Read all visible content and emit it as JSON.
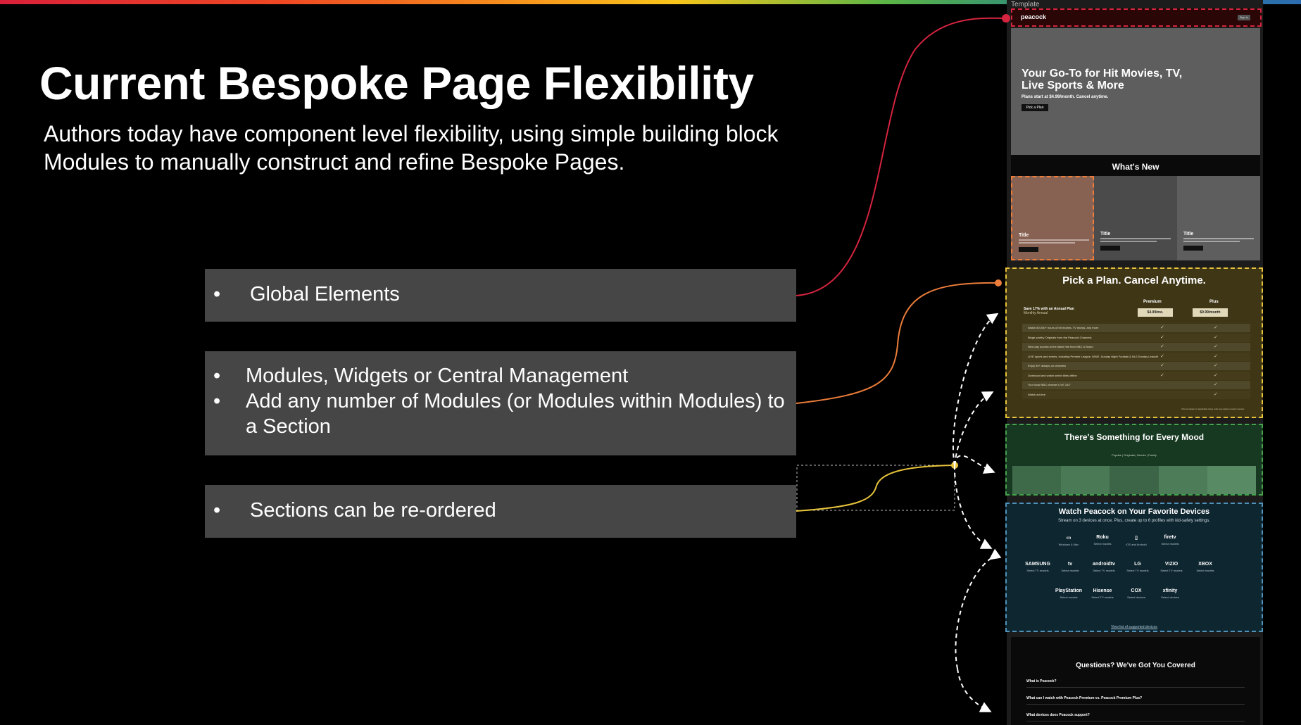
{
  "slide": {
    "title": "Current Bespoke Page Flexibility",
    "subtitle": "Authors today have component level flexibility, using simple building block Modules to manually construct and refine Bespoke Pages."
  },
  "boxes": [
    {
      "bullets": [
        "Global Elements"
      ]
    },
    {
      "bullets": [
        "Modules, Widgets or Central Management",
        "Add any number of Modules (or Modules within Modules) to a Section"
      ]
    },
    {
      "bullets": [
        "Sections can be re-ordered"
      ]
    }
  ],
  "template": {
    "label": "Template",
    "header": {
      "logo": "peacock",
      "button": "Sign In"
    },
    "hero": {
      "headline": "Your Go-To for Hit Movies, TV, Live Sports & More",
      "subtext": "Plans start at $4.99/month. Cancel anytime.",
      "button": "Pick a Plan"
    },
    "whats_new": {
      "title": "What's New",
      "cards": [
        {
          "title": "Title"
        },
        {
          "title": "Title"
        },
        {
          "title": "Title"
        }
      ]
    },
    "plan": {
      "title": "Pick a Plan. Cancel Anytime.",
      "col1": "Premium",
      "col2": "Plus",
      "price1": "$4.99/mo.",
      "price2": "$9.99/month",
      "save_label": "Save 17% with an Annual Plan",
      "toggle_labels": "Monthly  Annual",
      "rows": [
        "Watch 80,000+ hours of hit movies, TV shows, and more",
        "Binge-worthy Originals from the Peacock Channels",
        "Next-day access to the latest hits from NBC & Bravo",
        "LIVE sports and events, including Premier League, WWE, Sunday Night Football & NLS Sunday Leadoff",
        "Enjoy 50+ always-on channels",
        "Download and watch select titles offline",
        "Your local NBC channel LIVE 24/7",
        "Watch ad-free"
      ],
      "footer": "Plus is subject to applicable taxes. Ads may apply to select content."
    },
    "mood": {
      "title": "There's Something for Every Mood",
      "tabs": "Popular  |  Originals  |  Movies  |  Family"
    },
    "devices": {
      "title": "Watch Peacock on Your Favorite Devices",
      "subtitle": "Stream on 3 devices at once. Plus, create up to 6 profiles with kid-safety settings.",
      "items": [
        {
          "name": "▭",
          "sub": "Windows & Mac"
        },
        {
          "name": "Roku",
          "sub": "Select models"
        },
        {
          "name": "▯",
          "sub": "iOS and Android"
        },
        {
          "name": "firetv",
          "sub": "Select models"
        },
        {
          "name": "SAMSUNG",
          "sub": "Select TV models"
        },
        {
          "name": "tv",
          "sub": "Select models"
        },
        {
          "name": "androidtv",
          "sub": "Select TV models"
        },
        {
          "name": "LG",
          "sub": "Select TV models"
        },
        {
          "name": "VIZIO",
          "sub": "Select TV models"
        },
        {
          "name": "XBOX",
          "sub": "Select models"
        },
        {
          "name": "PlayStation",
          "sub": "Select models"
        },
        {
          "name": "Hisense",
          "sub": "Select TV models"
        },
        {
          "name": "COX",
          "sub": "Select devices"
        },
        {
          "name": "xfinity",
          "sub": "Select devices"
        }
      ],
      "link": "View list of supported devices"
    },
    "faq": {
      "title": "Questions? We've Got You Covered",
      "questions": [
        "What is Peacock?",
        "What can I watch with Peacock Premium vs. Peacock Premium Plus?",
        "What devices does Peacock support?"
      ]
    }
  },
  "colors": {
    "global": "#d5243f",
    "modules": "#ec7d3a",
    "sections": "#e7c33b",
    "mood_border": "#47a24e",
    "devices_border": "#4f93bb",
    "box_bg": "#464646"
  }
}
